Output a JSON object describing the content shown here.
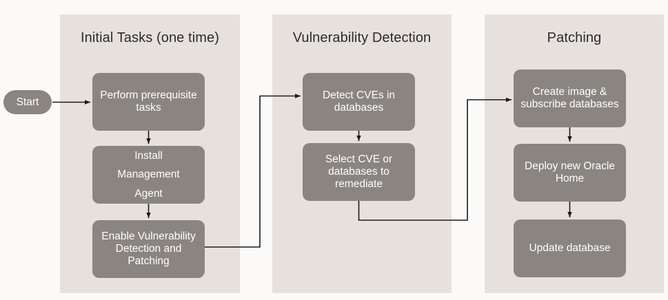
{
  "diagram": {
    "title_hidden": "",
    "background_color": "#fbfaf9",
    "panel_color": "#e7e1dd",
    "node_color": "#8a8581",
    "node_text_color": "#ffffff",
    "edge_color": "#1a1a1a",
    "start_label": "Start",
    "panels": [
      {
        "id": "initial-tasks",
        "title": "Initial Tasks (one time)",
        "nodes": [
          {
            "id": "perform-prerequisite-tasks",
            "label": "Perform prerequisite\ntasks"
          },
          {
            "id": "install-management-agent",
            "label": "Install\nManagement\nAgent"
          },
          {
            "id": "enable-vulnerability-detection-and-patching",
            "label": "Enable Vulnerability\nDetection and\nPatching"
          }
        ]
      },
      {
        "id": "vulnerability-detection",
        "title": "Vulnerability Detection",
        "nodes": [
          {
            "id": "detect-cves-in-databases",
            "label": "Detect CVEs in\ndatabases"
          },
          {
            "id": "select-cve-or-databases-to-remediate",
            "label": "Select CVE or\ndatabases to\nremediate"
          }
        ]
      },
      {
        "id": "patching",
        "title": "Patching",
        "nodes": [
          {
            "id": "create-image-and-subscribe-databases",
            "label": "Create image  &\nsubscribe databases"
          },
          {
            "id": "deploy-new-oracle-home",
            "label": "Deploy new Oracle\nHome"
          },
          {
            "id": "update-database",
            "label": "Update database"
          }
        ]
      }
    ],
    "edges": [
      {
        "id": "start-to-perform-prerequisite-tasks",
        "from": "Start",
        "to": "Perform prerequisite tasks"
      },
      {
        "id": "perform-prerequisite-tasks-to-install-management-agent",
        "from": "Perform prerequisite tasks",
        "to": "Install Management Agent"
      },
      {
        "id": "install-management-agent-to-enable-vulnerability-detection-and-patching",
        "from": "Install Management Agent",
        "to": "Enable Vulnerability Detection and Patching"
      },
      {
        "id": "enable-vulnerability-detection-and-patching-to-detect-cves-in-databases",
        "from": "Enable Vulnerability Detection and Patching",
        "to": "Detect CVEs in databases"
      },
      {
        "id": "detect-cves-in-databases-to-select-cve-or-databases-to-remediate",
        "from": "Detect CVEs in databases",
        "to": "Select CVE or databases to remediate"
      },
      {
        "id": "select-cve-or-databases-to-remediate-to-create-image-and-subscribe-databases",
        "from": "Select CVE or databases to remediate",
        "to": "Create image & subscribe databases"
      },
      {
        "id": "create-image-and-subscribe-databases-to-deploy-new-oracle-home",
        "from": "Create image & subscribe databases",
        "to": "Deploy new Oracle Home"
      },
      {
        "id": "deploy-new-oracle-home-to-update-database",
        "from": "Deploy new Oracle Home",
        "to": "Update database"
      }
    ]
  }
}
